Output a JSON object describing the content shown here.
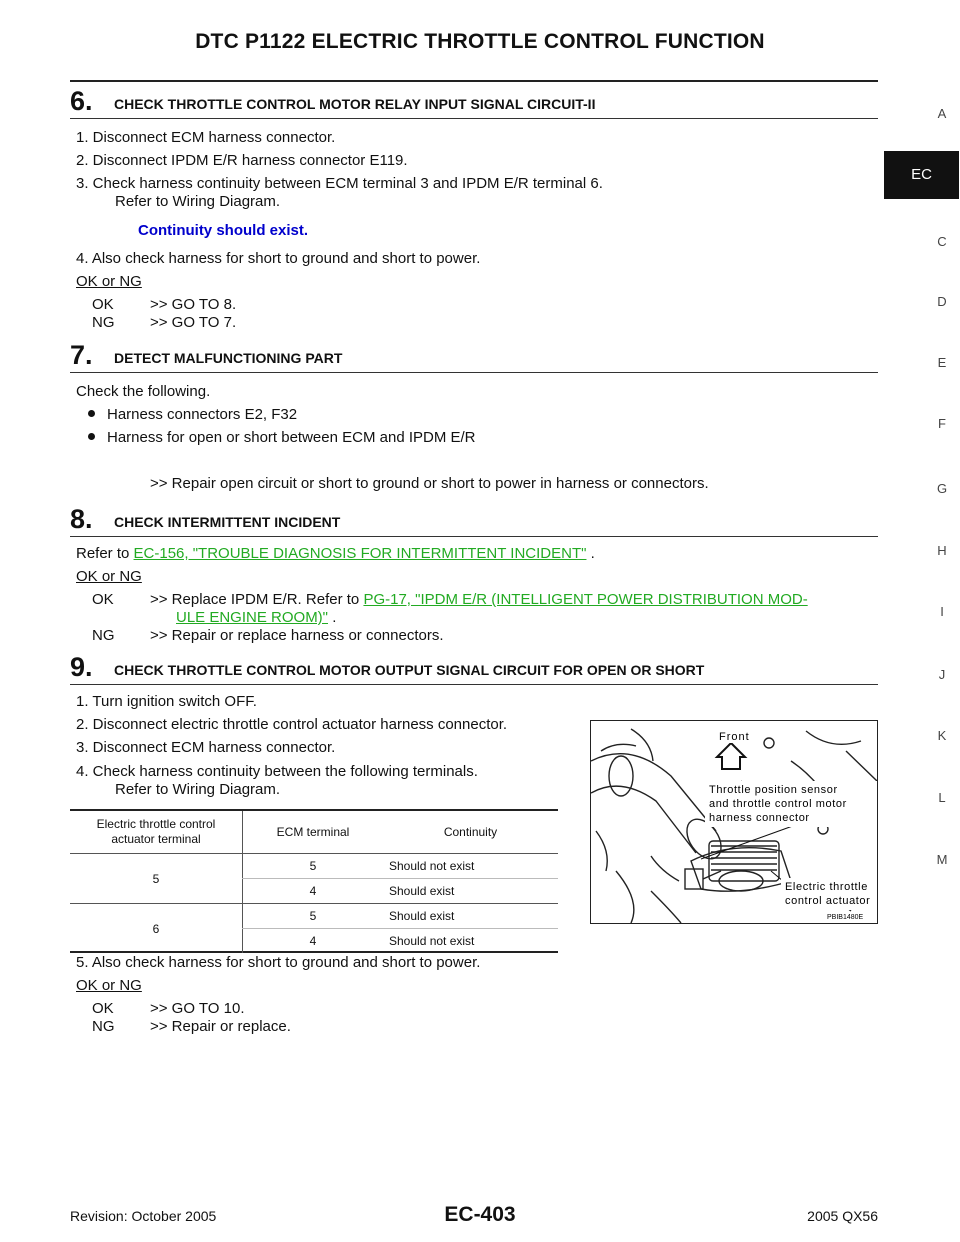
{
  "header": {
    "title": "DTC P1122 ELECTRIC THROTTLE CONTROL FUNCTION"
  },
  "side_index": {
    "items": [
      "A",
      "EC",
      "C",
      "D",
      "E",
      "F",
      "G",
      "H",
      "I",
      "J",
      "K",
      "L",
      "M"
    ],
    "active": "EC"
  },
  "sections": {
    "s6": {
      "num": "6.",
      "title": "CHECK THROTTLE CONTROL MOTOR RELAY INPUT SIGNAL CIRCUIT-II",
      "steps": [
        "1.  Disconnect ECM harness connector.",
        "2.  Disconnect IPDM E/R harness connector E119.",
        "3.  Check harness continuity between ECM terminal 3 and IPDM E/R terminal 6."
      ],
      "refer": "Refer to Wiring Diagram.",
      "spec": "Continuity should exist.",
      "step4": "4.  Also check harness for short to ground and short to power.",
      "okng": "OK or NG",
      "ok_label": "OK",
      "ok_text": ">> GO TO 8.",
      "ng_label": "NG",
      "ng_text": ">> GO TO 7."
    },
    "s7": {
      "num": "7.",
      "title": "DETECT MALFUNCTIONING PART",
      "intro": "Check the following.",
      "bullets": [
        "Harness connectors E2, F32",
        "Harness for open or short between ECM and IPDM E/R"
      ],
      "action": ">> Repair open circuit or short to ground or short to power in harness or connectors."
    },
    "s8": {
      "num": "8.",
      "title": "CHECK INTERMITTENT INCIDENT",
      "refer_prefix": "Refer to",
      "refer_link": "EC-156, \"TROUBLE DIAGNOSIS FOR INTERMITTENT INCIDENT\"",
      "refer_suffix": ".",
      "okng": "OK or NG",
      "ok_label": "OK",
      "ok_text": ">> Replace IPDM E/R. Refer to",
      "ok_link_1": "PG-17, \"IPDM E/R (INTELLIGENT POWER DISTRIBUTION MOD-",
      "ok_link_2": "ULE ENGINE ROOM)\"",
      "ok_suffix": ".",
      "ng_label": "NG",
      "ng_text": ">> Repair or replace harness or connectors."
    },
    "s9": {
      "num": "9.",
      "title": "CHECK THROTTLE CONTROL MOTOR OUTPUT SIGNAL CIRCUIT FOR OPEN OR SHORT",
      "steps": [
        "1.  Turn ignition switch OFF.",
        "2.  Disconnect electric throttle control actuator harness connector.",
        "3.  Disconnect ECM harness connector.",
        "4.  Check harness continuity between the following terminals."
      ],
      "refer": "Refer to Wiring Diagram.",
      "table": {
        "headers": [
          "Electric throttle control actuator terminal",
          "ECM terminal",
          "Continuity"
        ],
        "groups": [
          {
            "actuator": "5",
            "rows": [
              [
                "5",
                "Should not exist"
              ],
              [
                "4",
                "Should exist"
              ]
            ]
          },
          {
            "actuator": "6",
            "rows": [
              [
                "5",
                "Should exist"
              ],
              [
                "4",
                "Should not exist"
              ]
            ]
          }
        ]
      },
      "step5": "5.  Also check harness for short to ground and short to power.",
      "okng": "OK or NG",
      "ok_label": "OK",
      "ok_text": ">> GO TO 10.",
      "ng_label": "NG",
      "ng_text": ">> Repair or replace."
    }
  },
  "figure": {
    "label_front": "Front",
    "label_sensor_1": "Throttle position sensor",
    "label_sensor_2": "and throttle control motor",
    "label_sensor_3": "harness connector",
    "label_actuator_1": "Electric throttle",
    "label_actuator_2": "control actuator",
    "code": "PBIB1480E"
  },
  "footer": {
    "revision": "Revision: October 2005",
    "page": "EC-403",
    "model": "2005 QX56"
  }
}
